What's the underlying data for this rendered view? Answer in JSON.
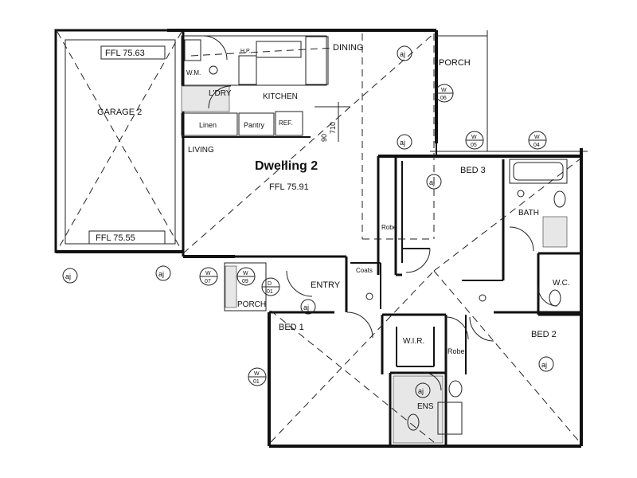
{
  "plan": {
    "dwelling": "Dwelling 2",
    "ffl_main": "FFL 75.91",
    "ffl_garage_top": "FFL 75.63",
    "ffl_garage_bottom": "FFL 75.55",
    "dim_90": "90",
    "dim_710": "710"
  },
  "rooms": {
    "garage": "GARAGE 2",
    "dining": "DINING",
    "porch_top": "PORCH",
    "wm": "W.M.",
    "hp": "H.P.",
    "ldry": "L'DRY",
    "kitchen": "KITCHEN",
    "linen": "Linen",
    "pantry": "Pantry",
    "ref": "REF.",
    "living": "LIVING",
    "bed3": "BED 3",
    "bath": "BATH",
    "robe_left": "Robe",
    "coats": "Coats",
    "entry": "ENTRY",
    "porch_bottom": "PORCH",
    "wc": "W.C.",
    "bed1": "BED 1",
    "bed2": "BED 2",
    "wir": "W.I.R.",
    "robe_right": "Robe",
    "ens": "ENS"
  },
  "windows": [
    {
      "w": "W",
      "n": "06"
    },
    {
      "w": "W",
      "n": "05"
    },
    {
      "w": "W",
      "n": "04"
    },
    {
      "w": "W",
      "n": "07"
    },
    {
      "w": "W",
      "n": "09"
    },
    {
      "w": "D",
      "n": "01"
    },
    {
      "w": "W",
      "n": "01"
    }
  ],
  "markers": {
    "a": "aj"
  }
}
